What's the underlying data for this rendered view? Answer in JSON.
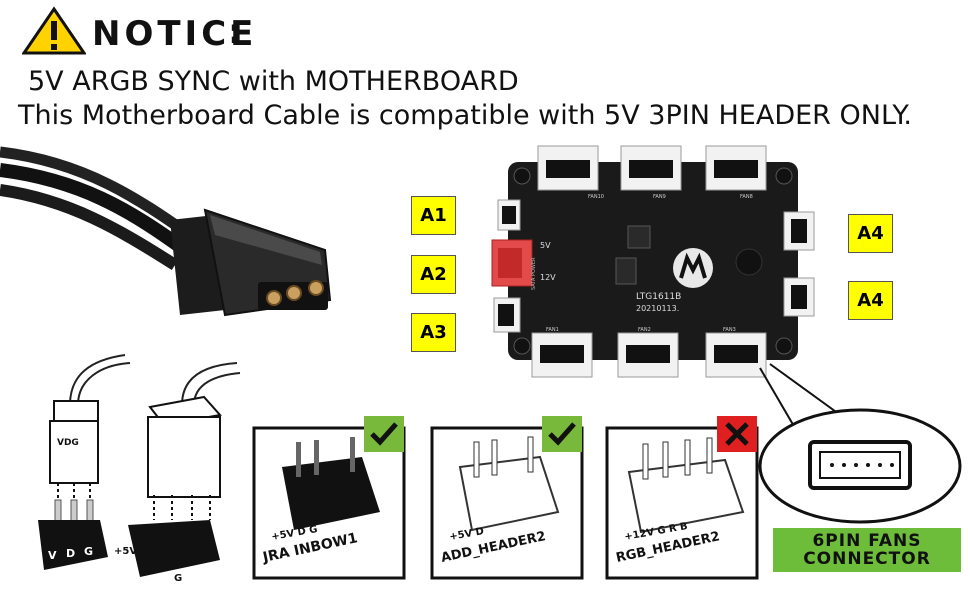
{
  "notice": {
    "title": "NOTICE",
    "colon": ":",
    "line1": "5V ARGB SYNC with MOTHERBOARD",
    "line2": "This Motherboard Cable is compatible with 5V 3PIN HEADER ONLY."
  },
  "port_tags": [
    "A1",
    "A2",
    "A3",
    "A4",
    "A4"
  ],
  "board": {
    "model": "LTG1611B",
    "date": "20210113.",
    "voltage_5v": "5V",
    "voltage_12v": "12V",
    "top_ports": [
      "FAN10",
      "FAN9",
      "FAN8"
    ],
    "bottom_ports": [
      "FAN1",
      "FAN2",
      "FAN3"
    ],
    "side_label": "SATA POWER"
  },
  "connector_label": {
    "line1": "6PIN FANS",
    "line2": "CONNECTOR"
  },
  "plug_3pin": {
    "label": "VDG",
    "pins": [
      "V",
      "D",
      "G"
    ]
  },
  "plug_4pin": {
    "pins_left": "+5V D",
    "pin_g": "G"
  },
  "headers": [
    {
      "name": "JRA INBOW1",
      "pins": "+5V  D       G",
      "status": "ok",
      "status_icon": "check-icon"
    },
    {
      "name": "ADD_HEADER2",
      "pins": "+5V  D",
      "status": "ok",
      "status_icon": "check-icon"
    },
    {
      "name": "RGB_HEADER2",
      "pins": "+12V G  R  B",
      "status": "not-compatible",
      "status_icon": "cross-icon"
    }
  ],
  "colors": {
    "tag_yellow": "#ffff00",
    "ok_green": "#78b83a",
    "bad_red": "#e02020",
    "label_green": "#6ebd3a"
  }
}
